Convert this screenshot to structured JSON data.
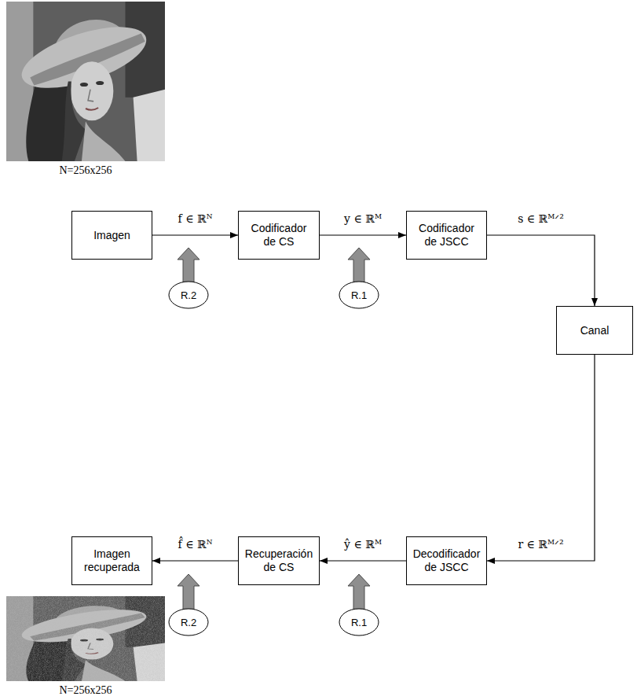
{
  "diagram": {
    "nodes": [
      {
        "text": [
          "Imagen"
        ]
      },
      {
        "text": [
          "Codificador de CS"
        ]
      },
      {
        "text": [
          "Codificador de JSCC"
        ]
      },
      {
        "text": [
          "R.2"
        ]
      },
      {
        "text": [
          "R.1"
        ]
      },
      {
        "text": [
          "Canal"
        ]
      },
      {
        "text": [
          "Decodificador de JSCC"
        ]
      },
      {
        "text": [
          "Recuperación de CS"
        ]
      },
      {
        "text": [
          "Imagen recuperada"
        ]
      },
      {
        "text": [
          "R.2"
        ]
      },
      {
        "text": [
          "R.1"
        ]
      }
    ],
    "edges": [
      {
        "from": 0,
        "to": 1,
        "arrow": "to",
        "label": "f ∈ ℝᴺ"
      },
      {
        "from": 1,
        "to": 2,
        "arrow": "to",
        "label": "y ∈ ℝᴹ"
      },
      {
        "from": 2,
        "to": 5,
        "arrow": "to",
        "label": "s ∈ ℝᴹᐟ²"
      },
      {
        "from": 5,
        "to": 6,
        "arrow": "to",
        "label": "r ∈ ℝᴹᐟ²"
      },
      {
        "from": 6,
        "to": 7,
        "arrow": "to",
        "label": "ŷ ∈ ℝᴹ"
      },
      {
        "from": 7,
        "to": 8,
        "arrow": "to",
        "label": "f̂ ∈ ℝᴺ"
      }
    ],
    "labels": [
      "N=256x256",
      "N=256x256"
    ]
  }
}
